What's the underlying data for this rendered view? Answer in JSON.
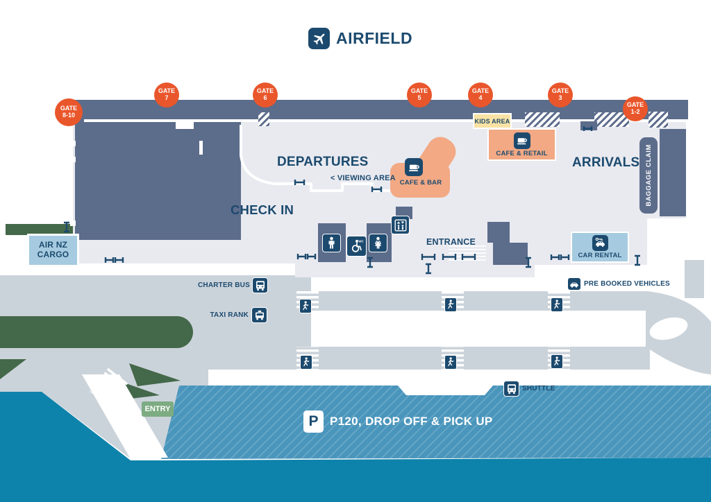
{
  "map_title": {
    "label": "AIRFIELD"
  },
  "gates": [
    {
      "name": "GATE",
      "number": "8-10"
    },
    {
      "name": "GATE",
      "number": "7"
    },
    {
      "name": "GATE",
      "number": "6"
    },
    {
      "name": "GATE",
      "number": "5"
    },
    {
      "name": "GATE",
      "number": "4"
    },
    {
      "name": "GATE",
      "number": "3"
    },
    {
      "name": "GATE",
      "number": "1-2"
    }
  ],
  "terminal": {
    "departures": "DEPARTURES",
    "check_in": "CHECK IN",
    "arrivals": "ARRIVALS",
    "viewing_area": "< VIEWING AREA",
    "entrance": "ENTRANCE",
    "kids_area": "KIDS AREA",
    "cafe_bar": "CAFE & BAR",
    "cafe_retail": "CAFE & RETAIL",
    "baggage_claim": "BAGGAGE CLAIM",
    "air_nz_cargo_line1": "AIR NZ",
    "air_nz_cargo_line2": "CARGO",
    "car_rental": "CAR RENTAL",
    "accessible_wc": "WC"
  },
  "ground_transport": {
    "charter_bus": "CHARTER BUS",
    "taxi_rank": "TAXI RANK",
    "pre_booked_vehicles": "PRE BOOKED VEHICLES",
    "shuttle": "SHUTTLE",
    "entry": "ENTRY"
  },
  "parking": {
    "symbol": "P",
    "label": "P120, DROP OFF & PICK UP"
  },
  "colors": {
    "navy": "#1c4a6e",
    "slate": "#5c6c8b",
    "floor": "#e9eaf0",
    "gate_orange": "#e9562b",
    "kids_yellow": "#fae2a4",
    "cafe_salmon": "#f2a984",
    "info_blue": "#a6cbe0",
    "road_gray": "#cbd3da",
    "green": "#44684a",
    "entry_green": "#7dab82",
    "parking_blue": "#4a95bc",
    "water_blue": "#0d83ab"
  }
}
